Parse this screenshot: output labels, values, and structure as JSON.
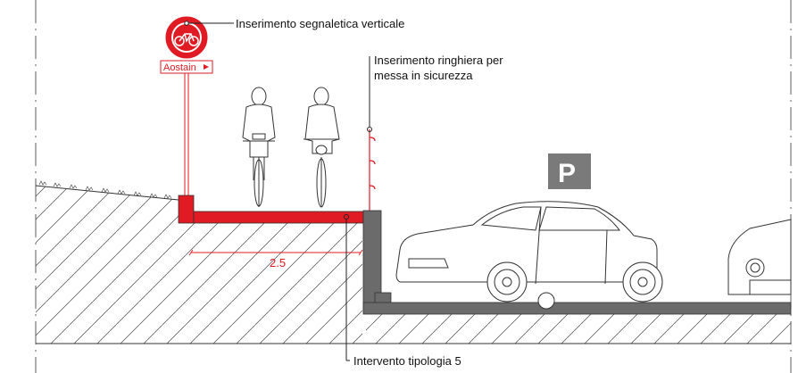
{
  "annotations": {
    "vertical_signage": "Inserimento segnaletica verticale",
    "railing_line1": "Inserimento ringhiera per",
    "railing_line2": "messa in sicurezza",
    "intervention": "Intervento tipologia 5"
  },
  "sign": {
    "plate_text": "Aostain",
    "icon": "bicycle-icon"
  },
  "parking_sign": {
    "letter": "P"
  },
  "dimension": {
    "value": "2.5"
  },
  "colors": {
    "accent_red": "#e01b24",
    "wall_gray": "#6b6b6b",
    "parking_gray": "#7a7a7a"
  }
}
